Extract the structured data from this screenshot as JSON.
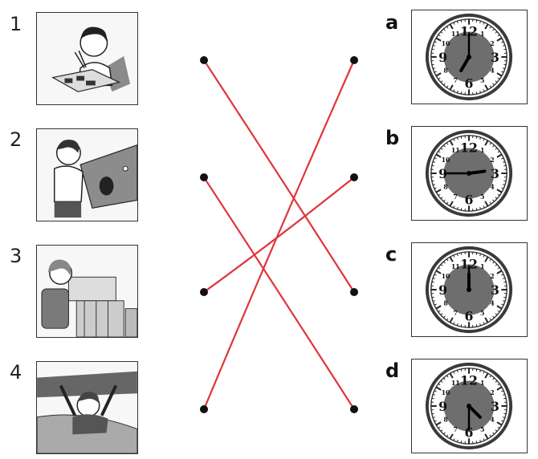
{
  "pictures": [
    {
      "number": "1",
      "scene": "girl-reading-eating"
    },
    {
      "number": "2",
      "scene": "boy-table-tennis"
    },
    {
      "number": "3",
      "scene": "girl-going-to-school"
    },
    {
      "number": "4",
      "scene": "boy-waking-up"
    }
  ],
  "clocks": [
    {
      "letter": "a",
      "hour": 7,
      "minute": 0
    },
    {
      "letter": "b",
      "hour": 2,
      "minute": 45
    },
    {
      "letter": "c",
      "hour": 12,
      "minute": 0
    },
    {
      "letter": "d",
      "hour": 4,
      "minute": 30
    }
  ],
  "dial_numbers": [
    "12",
    "1",
    "2",
    "3",
    "4",
    "5",
    "6",
    "7",
    "8",
    "9",
    "10",
    "11"
  ],
  "connections": [
    {
      "from": "1",
      "to": "c"
    },
    {
      "from": "2",
      "to": "d"
    },
    {
      "from": "3",
      "to": "b"
    },
    {
      "from": "4",
      "to": "a"
    }
  ],
  "colors": {
    "line": "#e0353b",
    "dot": "#111111",
    "dial": "#6e6e6e",
    "rim": "#3a3a3a"
  }
}
